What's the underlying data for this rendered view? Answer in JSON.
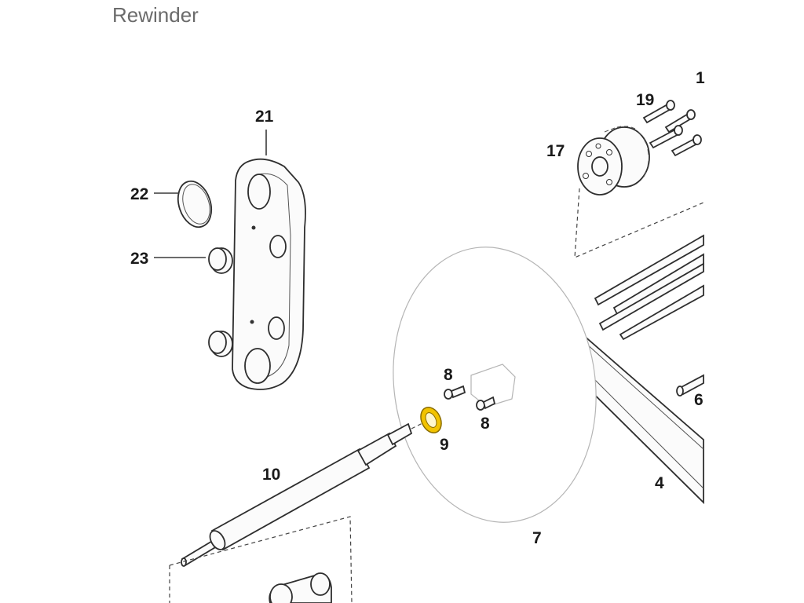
{
  "page": {
    "title": "Rewinder"
  },
  "highlight_color": "#f2c300",
  "callouts": {
    "c21": "21",
    "c22": "22",
    "c23": "23",
    "c19": "19",
    "c17": "17",
    "c1": "1",
    "c8a": "8",
    "c8b": "8",
    "c9": "9",
    "c10": "10",
    "c7": "7",
    "c4": "4",
    "c6": "6"
  }
}
